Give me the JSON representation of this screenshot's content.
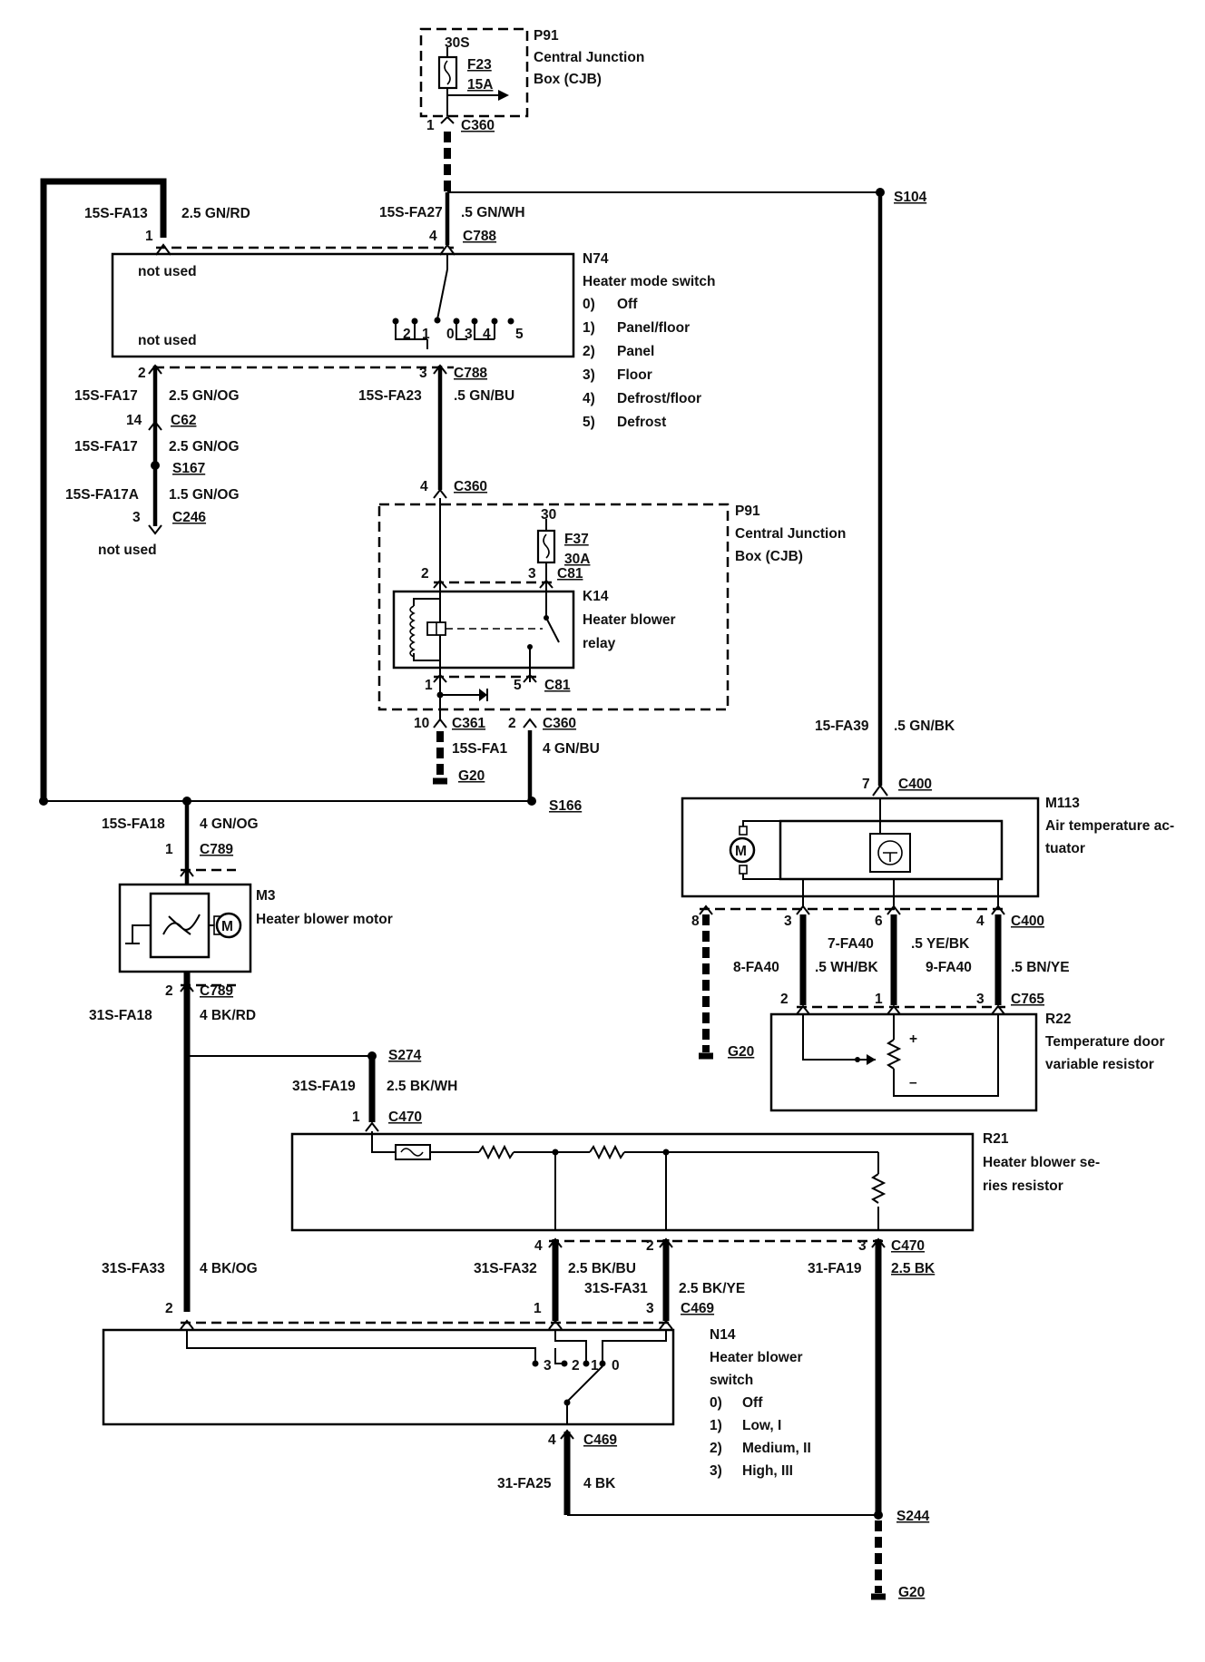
{
  "p91_top": {
    "id": "P91",
    "name1": "Central Junction",
    "name2": "Box (CJB)",
    "terminal": "30S",
    "fuse": "F23",
    "rating": "15A"
  },
  "conn_top": {
    "pin": "1",
    "name": "C360"
  },
  "s104": "S104",
  "w_fa13": {
    "pin": "1",
    "circuit": "15S-FA13",
    "spec": "2.5 GN/RD"
  },
  "w_fa27": {
    "pin": "4",
    "circuit": "15S-FA27",
    "spec": ".5 GN/WH",
    "conn": "C788"
  },
  "n74": {
    "id": "N74",
    "title": "Heater mode switch",
    "not_used_1": "not used",
    "not_used_2": "not used",
    "modes": [
      {
        "num": "0)",
        "label": "Off"
      },
      {
        "num": "1)",
        "label": "Panel/floor"
      },
      {
        "num": "2)",
        "label": "Panel"
      },
      {
        "num": "3)",
        "label": "Floor"
      },
      {
        "num": "4)",
        "label": "Defrost/floor"
      },
      {
        "num": "5)",
        "label": "Defrost"
      }
    ],
    "positions": [
      "2",
      "1",
      "0",
      "3",
      "4",
      "5"
    ]
  },
  "left_branch": {
    "pin2": "2",
    "fa17_circuit": "15S-FA17",
    "fa17_spec": "2.5 GN/OG",
    "pin14": "14",
    "c62": "C62",
    "fa17b_circuit": "15S-FA17",
    "fa17b_spec": "2.5 GN/OG",
    "s167": "S167",
    "fa17a_circuit": "15S-FA17A",
    "fa17a_spec": "1.5 GN/OG",
    "pin3": "3",
    "c246": "C246",
    "not_used": "not used"
  },
  "w_fa23": {
    "pin": "3",
    "conn": "C788",
    "circuit": "15S-FA23",
    "spec": ".5 GN/BU"
  },
  "p91_mid": {
    "id": "P91",
    "name1": "Central Junction",
    "name2": "Box (CJB)",
    "pin4": "4",
    "c360": "C360",
    "terminal": "30",
    "fuse": "F37",
    "rating": "30A",
    "pin2": "2",
    "pin3": "3",
    "c81": "C81"
  },
  "k14": {
    "id": "K14",
    "name1": "Heater blower",
    "name2": "relay",
    "pin1": "1",
    "pin5": "5",
    "c81": "C81"
  },
  "below_relay": {
    "pin10": "10",
    "c361": "C361",
    "pin2": "2",
    "c360": "C360",
    "circuit": "15S-FA1",
    "spec": "4 GN/BU",
    "g20": "G20"
  },
  "s166": "S166",
  "w_fa18": {
    "circuit": "15S-FA18",
    "spec": "4 GN/OG",
    "pin": "1",
    "conn": "C789"
  },
  "m3": {
    "id": "M3",
    "name": "Heater blower motor"
  },
  "w_31fa18": {
    "pin": "2",
    "conn": "C789",
    "circuit": "31S-FA18",
    "spec": "4 BK/RD"
  },
  "s274": "S274",
  "w_31fa19": {
    "circuit": "31S-FA19",
    "spec": "2.5 BK/WH",
    "pin": "1",
    "conn": "C470"
  },
  "r21": {
    "id": "R21",
    "name1": "Heater blower se-",
    "name2": "ries resistor"
  },
  "w_fa33": {
    "circuit": "31S-FA33",
    "spec": "4 BK/OG",
    "pin": "2"
  },
  "r21_out": {
    "pin4": "4",
    "pin2": "2",
    "pin3": "3",
    "c470": "C470",
    "fa32_circuit": "31S-FA32",
    "fa32_spec": "2.5 BK/BU",
    "fa31_circuit": "31S-FA31",
    "fa31_spec": "2.5 BK/YE",
    "fa19_circuit": "31-FA19",
    "fa19_spec": "2.5 BK",
    "n14pin1": "1",
    "n14pin3": "3",
    "c469": "C469"
  },
  "n14": {
    "id": "N14",
    "name1": "Heater blower",
    "name2": "switch",
    "positions": [
      "3",
      "2",
      "1",
      "0"
    ],
    "modes": [
      {
        "num": "0)",
        "label": "Off"
      },
      {
        "num": "1)",
        "label": "Low, I"
      },
      {
        "num": "2)",
        "label": "Medium, II"
      },
      {
        "num": "3)",
        "label": "High, III"
      }
    ]
  },
  "w_fa25": {
    "pin": "4",
    "conn": "C469",
    "circuit": "31-FA25",
    "spec": "4 BK"
  },
  "s244": "S244",
  "g20_bottom": "G20",
  "w_fa39": {
    "circuit": "15-FA39",
    "spec": ".5 GN/BK",
    "pin": "7",
    "conn": "C400"
  },
  "m113": {
    "id": "M113",
    "name1": "Air temperature ac-",
    "name2": "tuator"
  },
  "m113_out": {
    "pin8": "8",
    "pin3": "3",
    "pin6": "6",
    "pin4": "4",
    "c400": "C400",
    "fa40a_circuit": "8-FA40",
    "fa40a_spec": ".5 WH/BK",
    "fa40b_circuit": "7-FA40",
    "fa40b_spec": ".5 YE/BK",
    "fa40c_circuit": "9-FA40",
    "fa40c_spec": ".5 BN/YE",
    "r22pin2": "2",
    "r22pin1": "1",
    "r22pin3": "3",
    "c765": "C765",
    "g20": "G20"
  },
  "r22": {
    "id": "R22",
    "name1": "Temperature door",
    "name2": "variable resistor",
    "plus": "+",
    "minus": "–"
  }
}
